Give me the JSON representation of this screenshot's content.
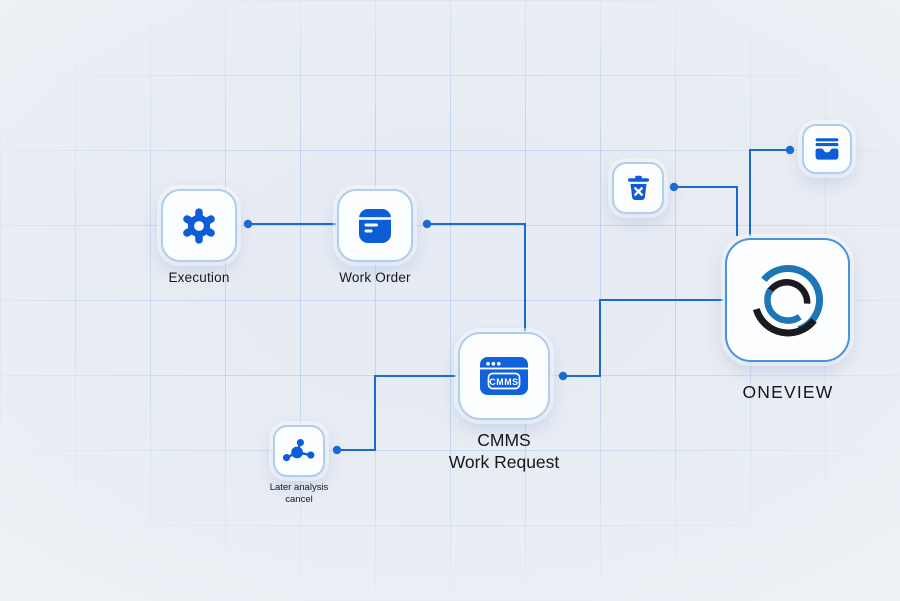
{
  "diagram": {
    "nodes": {
      "execution": {
        "label": "Execution",
        "icon": "gear-icon"
      },
      "work_order": {
        "label": "Work Order",
        "icon": "storage-box-icon"
      },
      "cmms_work_request": {
        "label_line1": "CMMS",
        "label_line2": "Work Request",
        "icon": "browser-window-icon",
        "icon_text": "CMMS"
      },
      "oneview": {
        "label": "ONEVIEW",
        "icon": "oneview-logo"
      },
      "delete": {
        "icon": "trash-delete-icon"
      },
      "archive": {
        "icon": "inbox-tray-icon"
      },
      "later_analysis": {
        "label_line1": "Later analysis",
        "label_line2": "cancel",
        "icon": "molecule-icon"
      }
    },
    "edges": [
      {
        "from": "execution",
        "to": "work_order"
      },
      {
        "from": "work_order",
        "to": "cmms_work_request"
      },
      {
        "from": "cmms_work_request",
        "to": "oneview"
      },
      {
        "from": "later_analysis",
        "to": "cmms_work_request"
      },
      {
        "from": "delete",
        "to": "oneview"
      },
      {
        "from": "oneview",
        "to": "archive"
      }
    ],
    "colors": {
      "background": "#e8ecf3",
      "grid": "#a8c6ea",
      "icon_blue": "#0d5ed6",
      "connector_blue": "#1a6ad2",
      "logo_blue": "#1d76b5",
      "logo_black": "#1b1b1f",
      "node_border": "#afcdec",
      "oneview_border": "#4a93da",
      "label_text": "#15171c"
    }
  }
}
